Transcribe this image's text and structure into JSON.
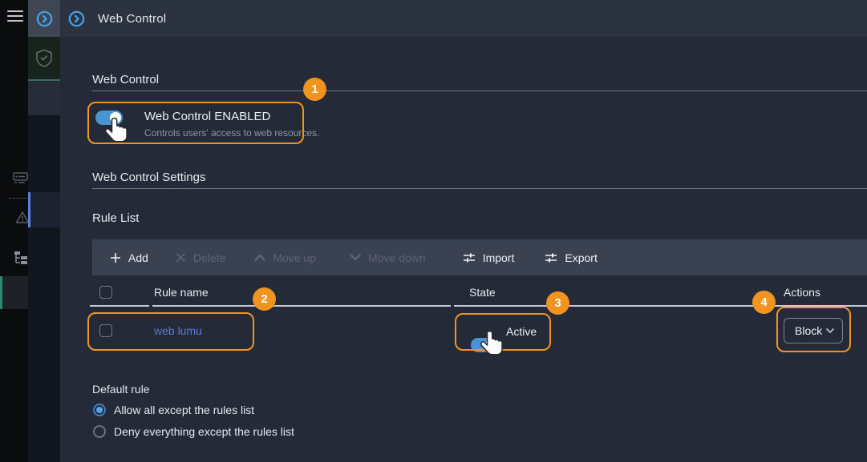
{
  "colors": {
    "accent_orange": "#f0941f",
    "toggle_blue": "#4796d3",
    "link_blue": "#5e7ade",
    "selected_teal": "#2a8a74",
    "sidebar_selected_blue": "#5c80d8"
  },
  "topbar": {
    "title": "Web Control"
  },
  "steps": [
    "1",
    "2",
    "3",
    "4"
  ],
  "main": {
    "section_web_control": {
      "heading": "Web Control",
      "toggle_label": "Web Control ENABLED",
      "toggle_description": "Controls users' access to web resources.",
      "toggle_state": "on"
    },
    "section_settings": {
      "heading": "Web Control Settings"
    },
    "rule_list": {
      "heading": "Rule List",
      "toolbar": [
        {
          "label": "Add",
          "icon": "plus-icon",
          "enabled": true
        },
        {
          "label": "Delete",
          "icon": "close-icon",
          "enabled": false
        },
        {
          "label": "Move up",
          "icon": "chevron-up-icon",
          "enabled": false
        },
        {
          "label": "Move down",
          "icon": "chevron-down-icon",
          "enabled": false
        },
        {
          "label": "Import",
          "icon": "sliders-icon",
          "enabled": true
        },
        {
          "label": "Export",
          "icon": "sliders-icon",
          "enabled": true
        }
      ],
      "columns": [
        "Rule name",
        "State",
        "Actions"
      ],
      "rows": [
        {
          "name": "web lumu",
          "state_label": "Active",
          "state_on": true,
          "action": "Block"
        }
      ]
    },
    "default_rule": {
      "label": "Default rule",
      "options": [
        {
          "label": "Allow all except the rules list",
          "selected": true
        },
        {
          "label": "Deny everything except the rules list",
          "selected": false
        }
      ]
    }
  }
}
